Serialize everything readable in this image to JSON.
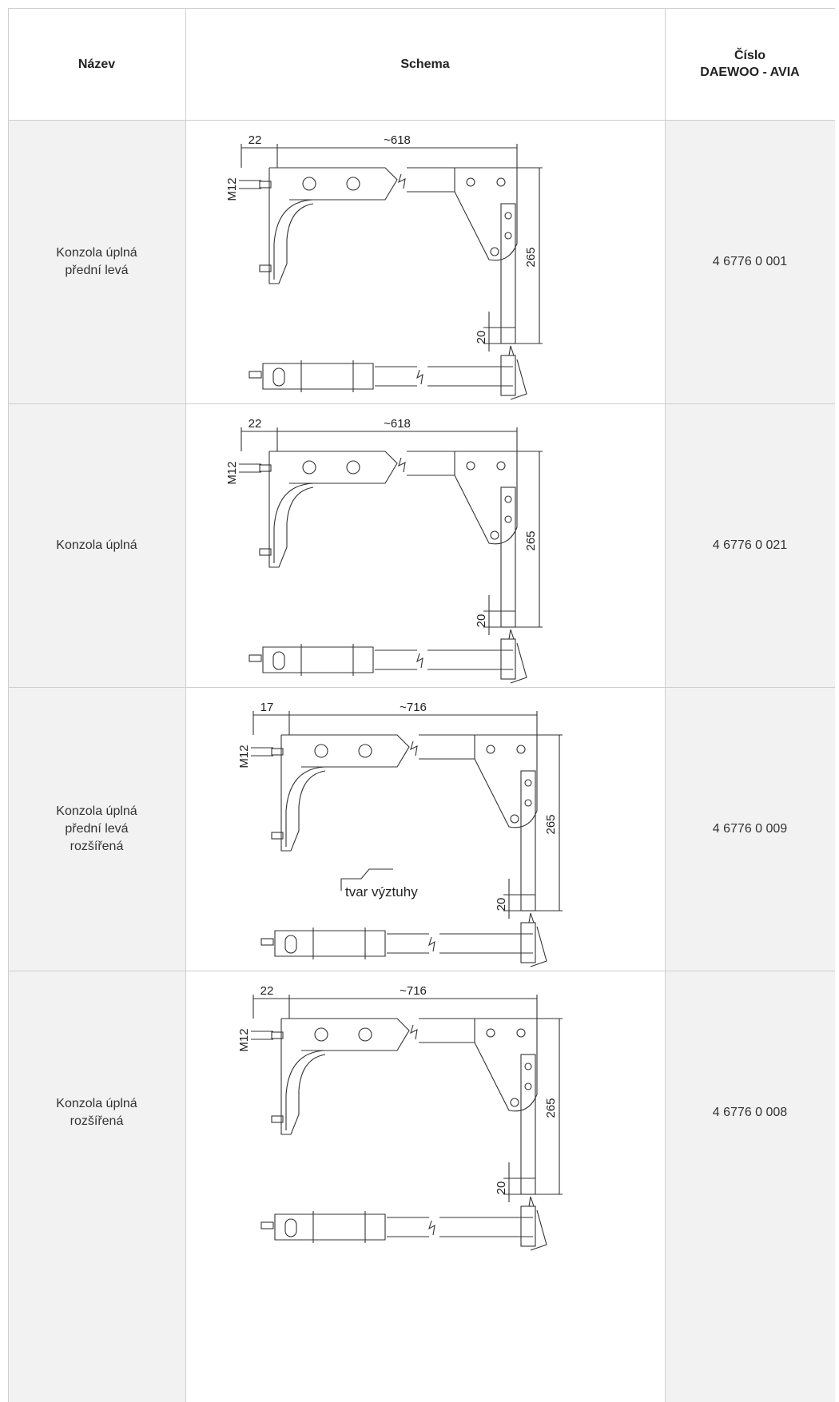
{
  "header": {
    "col_name": "Název",
    "col_schema": "Schema",
    "col_number_line1": "Číslo",
    "col_number_line2": "DAEWOO - AVIA"
  },
  "rows": [
    {
      "name_lines": [
        "Konzola úplná",
        "přední levá"
      ],
      "number": "4 6776 0 001",
      "dims": {
        "offset": "22",
        "length": "~618",
        "thread": "M12",
        "height": "265",
        "small": "20"
      },
      "wide": false
    },
    {
      "name_lines": [
        "Konzola úplná"
      ],
      "number": "4 6776 0 021",
      "dims": {
        "offset": "22",
        "length": "~618",
        "thread": "M12",
        "height": "265",
        "small": "20"
      },
      "wide": false
    },
    {
      "name_lines": [
        "Konzola úplná",
        "přední levá",
        "rozšířená"
      ],
      "number": "4 6776 0 009",
      "dims": {
        "offset": "17",
        "length": "~716",
        "thread": "M12",
        "height": "265",
        "small": "20"
      },
      "note": "tvar výztuhy",
      "wide": true
    },
    {
      "name_lines": [
        "Konzola úplná",
        "rozšířená"
      ],
      "number": "4 6776 0 008",
      "dims": {
        "offset": "22",
        "length": "~716",
        "thread": "M12",
        "height": "265",
        "small": "20"
      },
      "wide": true
    }
  ]
}
